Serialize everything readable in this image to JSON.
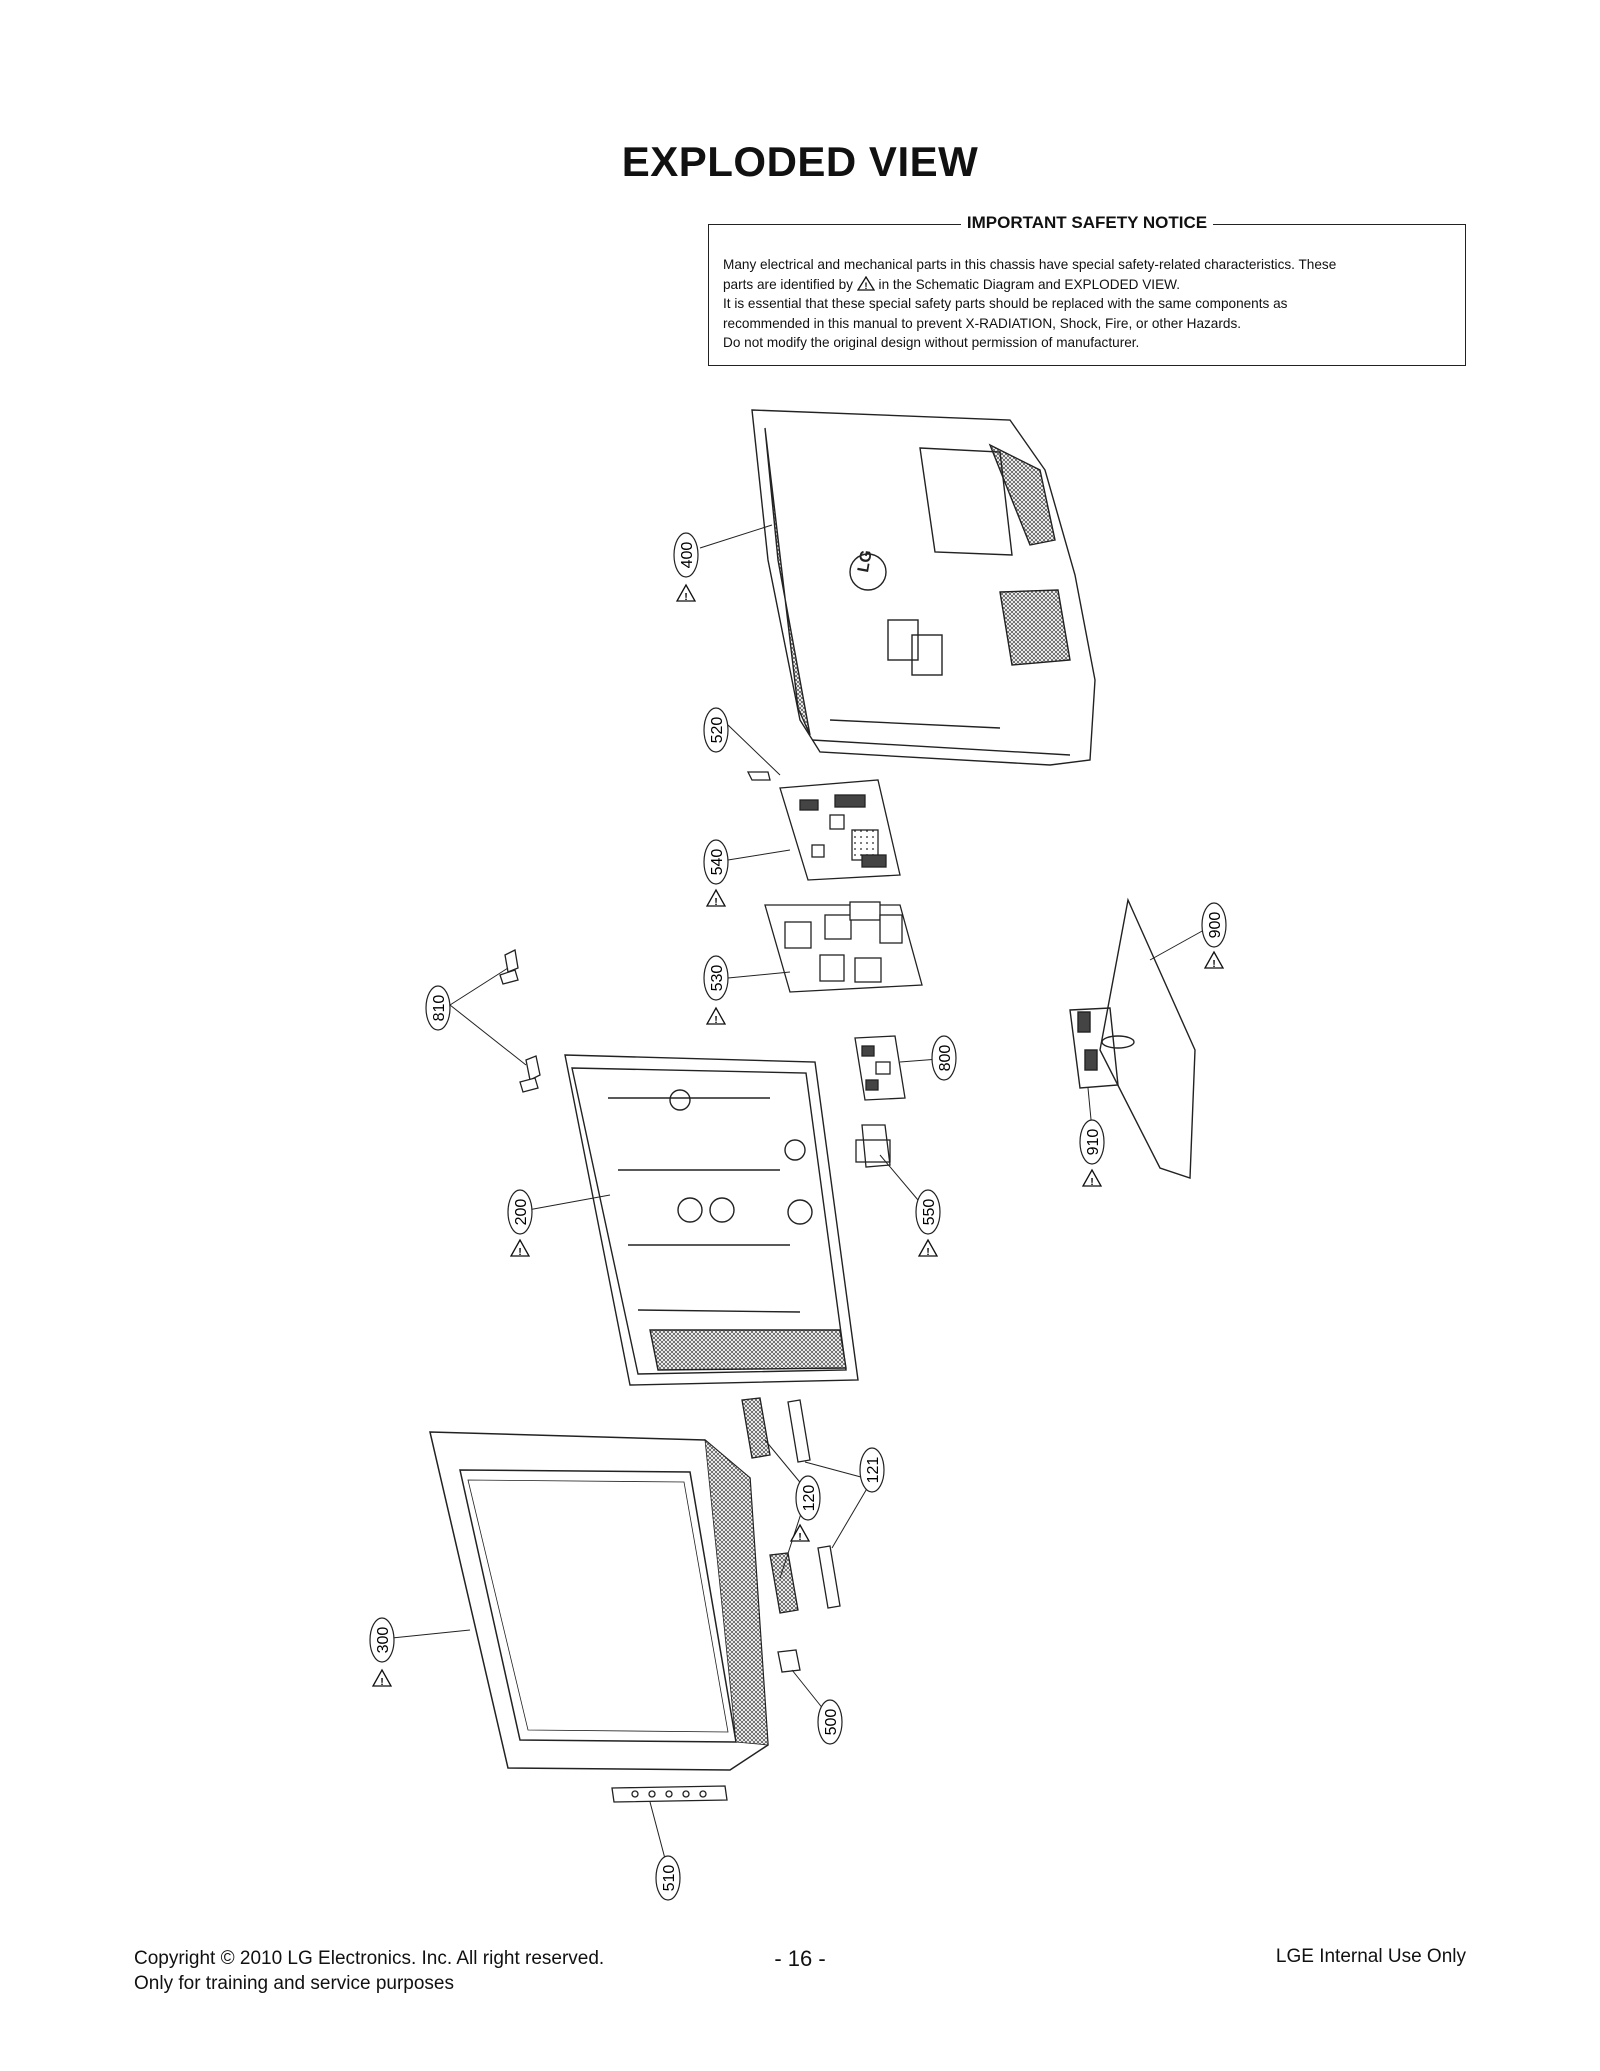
{
  "title": "EXPLODED VIEW",
  "safety_notice": {
    "heading": "IMPORTANT SAFETY NOTICE",
    "line1": "Many electrical and mechanical parts in this chassis have special safety-related characteristics. These",
    "line2_pre": "parts are identified by",
    "line2_post": "in the Schematic Diagram and EXPLODED VIEW.",
    "line3": "It is essential that these special safety parts should be replaced with the same components as",
    "line4": "recommended in this manual to prevent X-RADIATION, Shock, Fire, or other Hazards.",
    "line5": "Do not modify the original design without permission of manufacturer."
  },
  "part_callouts": [
    "400",
    "520",
    "540",
    "530",
    "810",
    "800",
    "900",
    "910",
    "200",
    "550",
    "120",
    "121",
    "300",
    "500",
    "510"
  ],
  "footer": {
    "copyright_line1": "Copyright © 2010 LG Electronics. Inc. All right reserved.",
    "copyright_line2": "Only for training and service purposes",
    "page_number": "- 16 -",
    "internal": "LGE Internal Use Only"
  },
  "icons": [
    "warning-triangle-icon"
  ]
}
